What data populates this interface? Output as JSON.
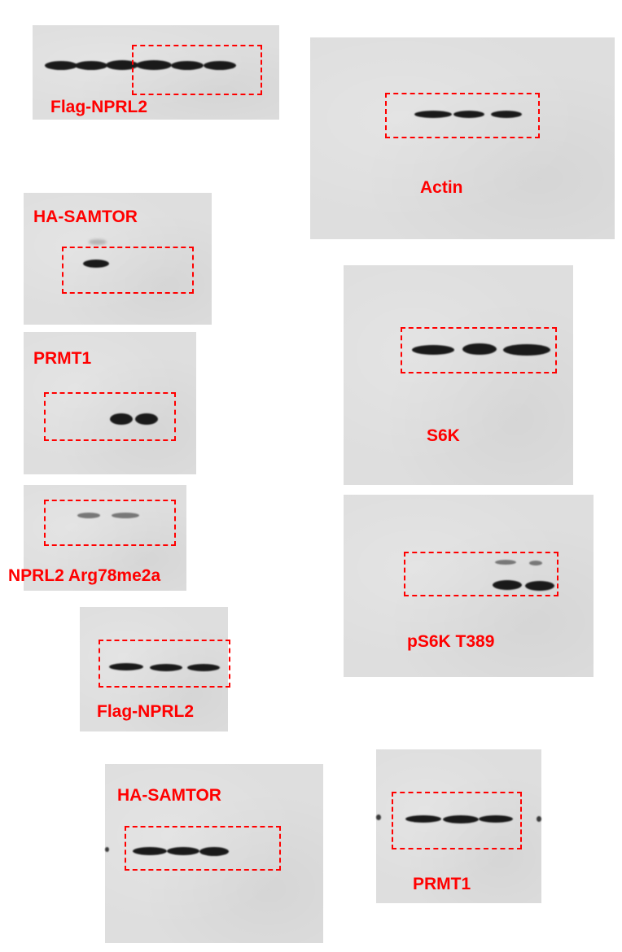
{
  "panels": {
    "p1": {
      "label": "Flag-NPRL2"
    },
    "p2": {
      "label": "Actin"
    },
    "p3": {
      "label": "HA-SAMTOR"
    },
    "p4": {
      "label": "PRMT1"
    },
    "p5": {
      "label": "S6K"
    },
    "p6": {
      "label": "NPRL2 Arg78me2a"
    },
    "p7": {
      "label": "pS6K T389"
    },
    "p8": {
      "label": "Flag-NPRL2"
    },
    "p9": {
      "label": "HA-SAMTOR"
    },
    "p10": {
      "label": "PRMT1"
    }
  },
  "colors": {
    "label": "#ff0000",
    "highlight_box": "#ff0000",
    "membrane": "#dedede",
    "band": "#1a1a1a"
  }
}
